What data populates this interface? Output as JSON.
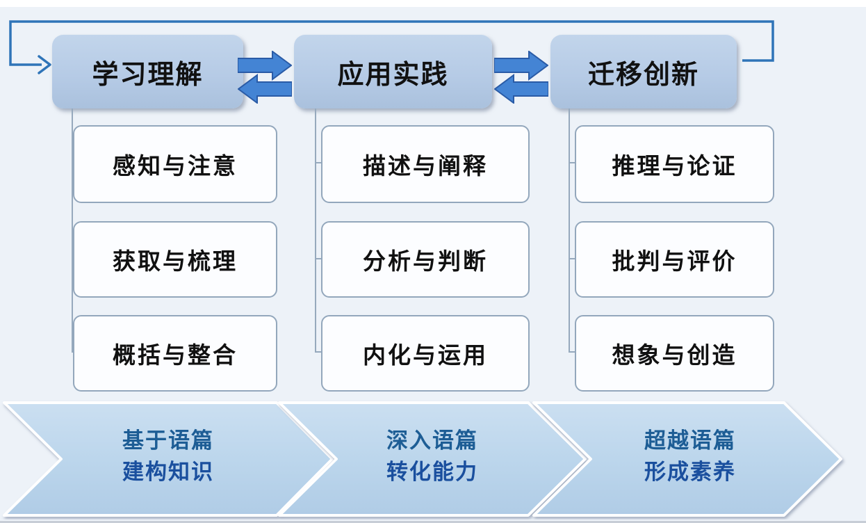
{
  "diagram": {
    "title": "English learning activity view - competency cycle",
    "stages": [
      {
        "title": "学习理解",
        "skills": [
          "感知与注意",
          "获取与梳理",
          "概括与整合"
        ],
        "outcome": {
          "line1": "基于语篇",
          "line2": "建构知识"
        }
      },
      {
        "title": "应用实践",
        "skills": [
          "描述与阐释",
          "分析与判断",
          "内化与运用"
        ],
        "outcome": {
          "line1": "深入语篇",
          "line2": "转化能力"
        }
      },
      {
        "title": "迁移创新",
        "skills": [
          "推理与论证",
          "批判与评价",
          "想象与创造"
        ],
        "outcome": {
          "line1": "超越语篇",
          "line2": "形成素养"
        }
      }
    ],
    "icons": {
      "between_stages": "double-swap-arrows-icon",
      "top_connector": "cycle-loop-arrow-icon",
      "bottom_shapes": "chevron-arrow-shape"
    },
    "colors": {
      "background": "#edf2f8",
      "stage_box_fill": "#b6cbe6",
      "skill_box_fill": "#fcfdff",
      "skill_box_border": "#93a7bc",
      "connector_line": "#96a9bd",
      "arrow_fill": "#4484d4",
      "arrow_border": "#2a5ba6",
      "loop_line": "#2f74b8",
      "chevron_fill": "#bcd6ec",
      "chevron_text": "#1b5390"
    }
  }
}
